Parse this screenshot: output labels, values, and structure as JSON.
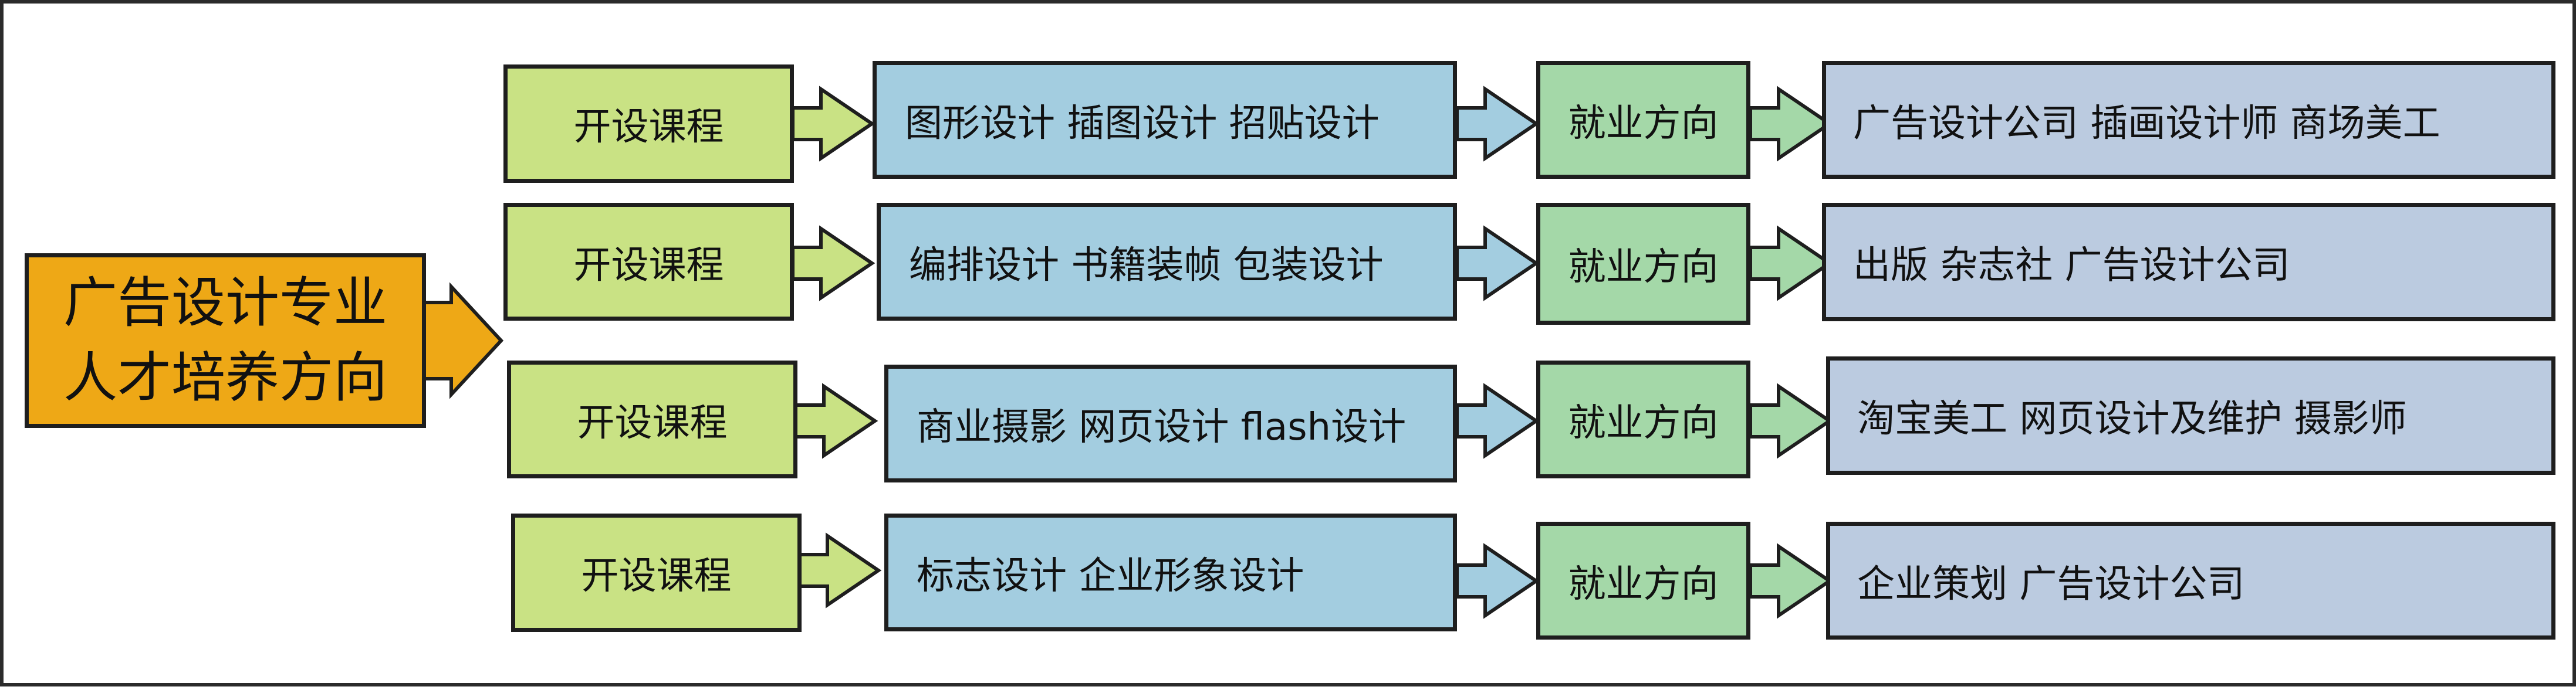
{
  "root": {
    "line1": "广告设计专业",
    "line2": "人才培养方向"
  },
  "rows": [
    {
      "course_label": "开设课程",
      "content": "图形设计  插图设计  招贴设计",
      "direction_label": "就业方向",
      "jobs": "广告设计公司   插画设计师  商场美工"
    },
    {
      "course_label": "开设课程",
      "content": "编排设计  书籍装帧  包装设计",
      "direction_label": "就业方向",
      "jobs": "出版 杂志社  广告设计公司"
    },
    {
      "course_label": "开设课程",
      "content": "商业摄影  网页设计  flash设计",
      "direction_label": "就业方向",
      "jobs": "淘宝美工  网页设计及维护  摄影师"
    },
    {
      "course_label": "开设课程",
      "content": "标志设计  企业形象设计",
      "direction_label": "就业方向",
      "jobs": "企业策划  广告设计公司"
    }
  ],
  "colors": {
    "root_fill": "#eea816",
    "course_fill": "#c9e284",
    "content_fill": "#a3cde0",
    "direction_fill": "#a4d8a8",
    "jobs_fill": "#bbcbe0",
    "root_arrow_fill": "#eea816",
    "course_arrow_fill": "#c9e284",
    "content_arrow_fill": "#a3cde0",
    "direction_arrow_fill": "#a4d8a8",
    "outline": "#1e1e1e"
  }
}
